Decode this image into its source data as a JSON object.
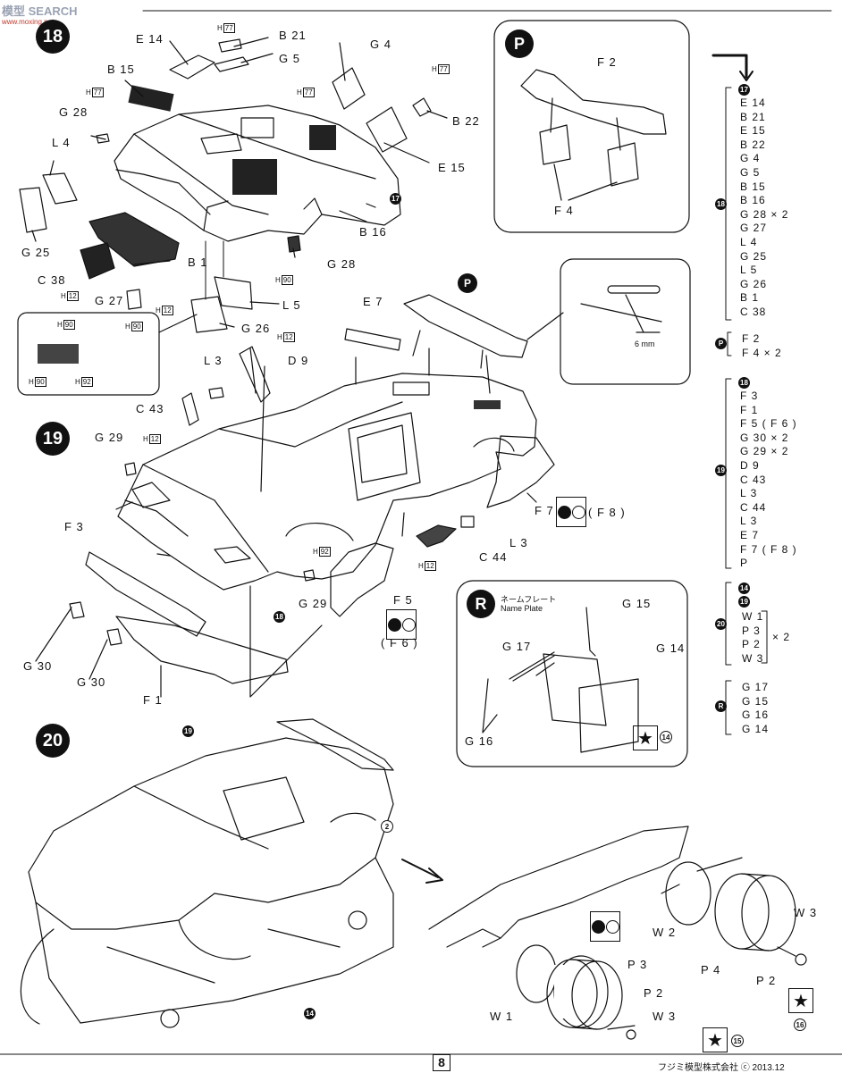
{
  "watermark": {
    "brand": "模型 SEARCH",
    "site": "www.moxing.net"
  },
  "steps": {
    "s18": "18",
    "s19": "19",
    "s20": "20"
  },
  "step18": {
    "labels": {
      "e14": "E 14",
      "b21": "B 21",
      "g5": "G 5",
      "g4": "G 4",
      "b15": "B 15",
      "h77a": "H",
      "h77b": "H",
      "h77c": "H",
      "h77d": "H",
      "h77": "77",
      "g28a": "G 28",
      "b22": "B 22",
      "l4": "L 4",
      "e15": "E 15",
      "g25": "G 25",
      "b16": "B 16",
      "c38": "C 38",
      "b1": "B 1",
      "g27": "G 27",
      "g28b": "G 28",
      "l5": "L 5",
      "g26": "G 26",
      "h12": "12",
      "h90": "90",
      "h92": "92"
    },
    "inset_labels": {
      "h90a": "90",
      "h90b": "90",
      "h92": "92"
    }
  },
  "panel_p": {
    "badge": "P",
    "f2": "F 2",
    "f4": "F 4"
  },
  "detail": {
    "e7": "E 7",
    "mm": "6 mm"
  },
  "step19": {
    "labels": {
      "l3a": "L 3",
      "d9": "D 9",
      "c43": "C 43",
      "g29a": "G 29",
      "f3": "F 3",
      "f7": "F 7",
      "f8": "( F 8 )",
      "l3b": "L 3",
      "c44": "C 44",
      "g29b": "G 29",
      "f5": "F 5",
      "f6": "( F 6 )",
      "g30a": "G 30",
      "g30b": "G 30",
      "f1": "F 1",
      "h92": "92",
      "h12": "12"
    }
  },
  "panel_r": {
    "badge": "R",
    "title_jp": "ネームフレート",
    "title_en": "Name Plate",
    "g15": "G 15",
    "g17": "G 17",
    "g14": "G 14",
    "g16": "G 16",
    "decal": "14"
  },
  "step20": {
    "ref19": "19",
    "ref14": "14",
    "ref2": "2",
    "w1": "W 1",
    "w2": "W 2",
    "w3a": "W 3",
    "w3b": "W 3",
    "p2a": "P 2",
    "p2b": "P 2",
    "p3": "P 3",
    "p4": "P 4",
    "decal15": "15",
    "decal16": "16"
  },
  "parts_list": {
    "g18": {
      "header": "17",
      "num": "18",
      "items": [
        "E 14",
        "B 21",
        "E 15",
        "B 22",
        "G 4",
        "G 5",
        "B 15",
        "B 16",
        "G 28 × 2",
        "G 27",
        "L 4",
        "G 25",
        "L 5",
        "G 26",
        "B 1",
        "C 38"
      ]
    },
    "gp": {
      "num": "P",
      "items": [
        "F 2",
        "F 4 × 2"
      ]
    },
    "g19": {
      "header": "18",
      "num": "19",
      "items": [
        "F 3",
        "F 1",
        "F 5 ( F 6 )",
        "G 30 × 2",
        "G 29 × 2",
        "D 9",
        "C 43",
        "L 3",
        "C 44",
        "L 3",
        "E 7",
        "F 7 ( F 8 )",
        "P"
      ]
    },
    "g20": {
      "header1": "14",
      "header2": "19",
      "num": "20",
      "items": [
        "W 1",
        "P 3",
        "P 2",
        "W 3"
      ],
      "mult": "× 2"
    },
    "gr": {
      "num": "R",
      "items": [
        "G 17",
        "G 15",
        "G 16",
        "G 14"
      ]
    }
  },
  "footer": {
    "page": "8",
    "company": "フジミ模型株式会社 ⓒ 2013.12"
  }
}
